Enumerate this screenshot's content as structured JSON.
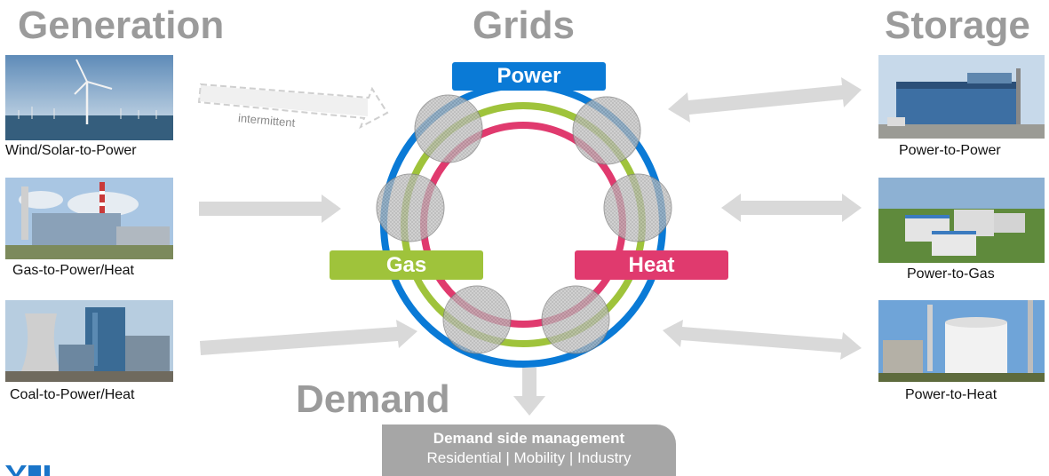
{
  "headings": {
    "generation": "Generation",
    "grids": "Grids",
    "storage": "Storage",
    "demand": "Demand"
  },
  "generation": [
    {
      "label": "Wind/Solar-to-Power",
      "icon": "wind-turbine-photo"
    },
    {
      "label": "Gas-to-Power/Heat",
      "icon": "gas-plant-photo"
    },
    {
      "label": "Coal-to-Power/Heat",
      "icon": "coal-plant-photo"
    }
  ],
  "storage": [
    {
      "label": "Power-to-Power",
      "icon": "storage-building-photo"
    },
    {
      "label": "Power-to-Gas",
      "icon": "container-plant-photo"
    },
    {
      "label": "Power-to-Heat",
      "icon": "heat-storage-tank-photo"
    }
  ],
  "grids": {
    "power": "Power",
    "gas": "Gas",
    "heat": "Heat"
  },
  "arrow_note": "intermittent",
  "demand_box": {
    "title": "Demand side management",
    "subtitle": "Residential | Mobility | Industry"
  },
  "colors": {
    "heading": "#9b9b9b",
    "power": "#0a7ad6",
    "gas": "#9fc33b",
    "heat": "#e03a6e",
    "arrow": "#d9d9d9",
    "node": "#9a9a9a",
    "demand_box": "#a6a6a6",
    "logo": "#1a75c9"
  },
  "logo_text": "VDI"
}
